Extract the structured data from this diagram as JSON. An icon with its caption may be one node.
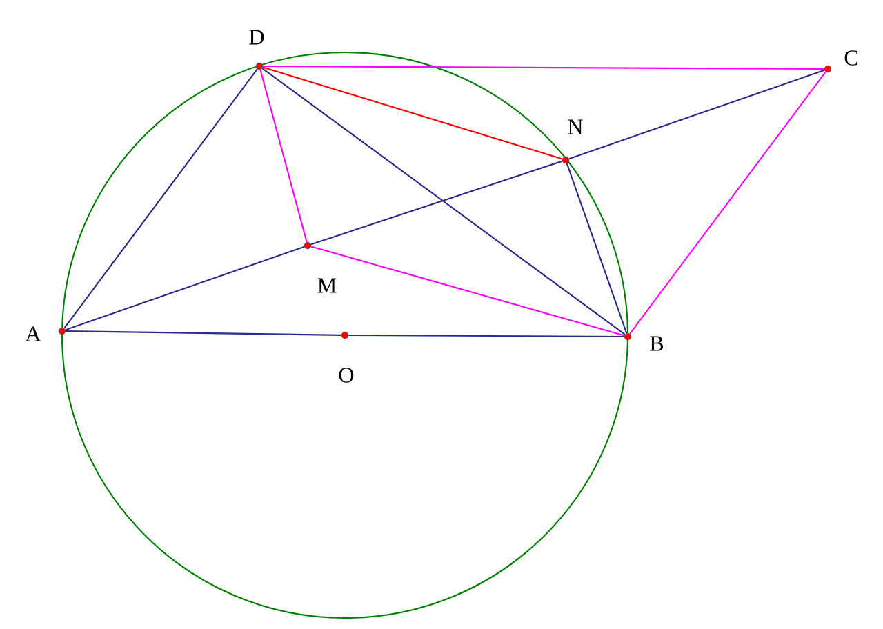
{
  "diagram": {
    "nodes": [
      {
        "text": [
          "D"
        ]
      },
      {
        "text": [
          "C"
        ]
      },
      {
        "text": [
          "N"
        ]
      },
      {
        "text": [
          "M"
        ]
      },
      {
        "text": [
          "A"
        ]
      },
      {
        "text": [
          "O"
        ]
      },
      {
        "text": [
          "B"
        ]
      }
    ],
    "edges": [
      {
        "from": 0,
        "to": 1,
        "arrow": "none",
        "color": "#ff00ff"
      },
      {
        "from": 0,
        "to": 2,
        "arrow": "none",
        "color": "#ff0000"
      },
      {
        "from": 0,
        "to": 4,
        "arrow": "none"
      },
      {
        "from": 0,
        "to": 6,
        "arrow": "none"
      },
      {
        "from": 0,
        "to": 3,
        "arrow": "none",
        "color": "#ff00ff"
      },
      {
        "from": 4,
        "to": 3,
        "arrow": "none"
      },
      {
        "from": 3,
        "to": 2,
        "arrow": "none"
      },
      {
        "from": 2,
        "to": 1,
        "arrow": "none"
      },
      {
        "from": 3,
        "to": 6,
        "arrow": "none",
        "color": "#ff00ff"
      },
      {
        "from": 2,
        "to": 6,
        "arrow": "none"
      },
      {
        "from": 1,
        "to": 6,
        "arrow": "none",
        "color": "#ff00ff"
      },
      {
        "from": 4,
        "to": 5,
        "arrow": "none"
      },
      {
        "from": 5,
        "to": 6,
        "arrow": "none"
      }
    ]
  }
}
